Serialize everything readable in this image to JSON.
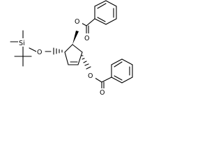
{
  "molecule": {
    "atoms": {
      "o_upper_ester": "O",
      "o_upper_carbonyl": "O",
      "o_lower_ester": "O",
      "o_lower_carbonyl": "O",
      "o_silyl_ether": "O",
      "si": "Si"
    }
  }
}
